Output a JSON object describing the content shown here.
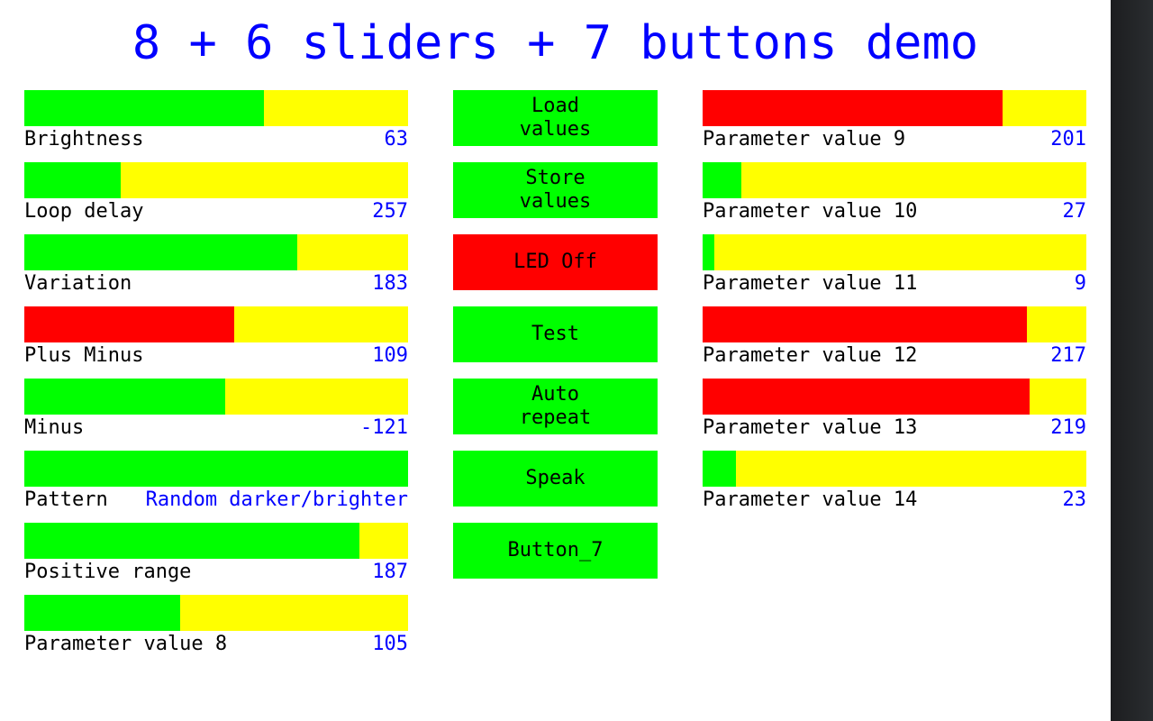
{
  "title": "8 + 6 sliders + 7 buttons demo",
  "colors": {
    "track": "#ffff00",
    "fill_green": "#00ff00",
    "fill_red": "#ff0000",
    "value_text": "#0000ff",
    "title_text": "#0000ff"
  },
  "left_sliders": [
    {
      "label": "Brightness",
      "value": "63",
      "fill_fraction": 0.625,
      "fill_color": "green"
    },
    {
      "label": "Loop delay",
      "value": "257",
      "fill_fraction": 0.25,
      "fill_color": "green"
    },
    {
      "label": "Variation",
      "value": "183",
      "fill_fraction": 0.712,
      "fill_color": "green"
    },
    {
      "label": "Plus Minus",
      "value": "109",
      "fill_fraction": 0.547,
      "fill_color": "red"
    },
    {
      "label": "Minus",
      "value": "-121",
      "fill_fraction": 0.524,
      "fill_color": "green"
    },
    {
      "label": "Pattern",
      "value": "Random darker/brighter",
      "fill_fraction": 1.0,
      "fill_color": "green"
    },
    {
      "label": "Positive range",
      "value": "187",
      "fill_fraction": 0.873,
      "fill_color": "green"
    },
    {
      "label": "Parameter value 8",
      "value": "105",
      "fill_fraction": 0.406,
      "fill_color": "green"
    }
  ],
  "buttons": [
    {
      "label": "Load\nvalues",
      "state": "green"
    },
    {
      "label": "Store\nvalues",
      "state": "green"
    },
    {
      "label": "LED Off",
      "state": "red"
    },
    {
      "label": "Test",
      "state": "green"
    },
    {
      "label": "Auto\nrepeat",
      "state": "green"
    },
    {
      "label": "Speak",
      "state": "green"
    },
    {
      "label": "Button_7",
      "state": "green"
    }
  ],
  "right_sliders": [
    {
      "label": "Parameter value 9",
      "value": "201",
      "fill_fraction": 0.782,
      "fill_color": "red"
    },
    {
      "label": "Parameter value 10",
      "value": "27",
      "fill_fraction": 0.101,
      "fill_color": "green"
    },
    {
      "label": "Parameter value 11",
      "value": "9",
      "fill_fraction": 0.03,
      "fill_color": "green"
    },
    {
      "label": "Parameter value 12",
      "value": "217",
      "fill_fraction": 0.845,
      "fill_color": "red"
    },
    {
      "label": "Parameter value 13",
      "value": "219",
      "fill_fraction": 0.852,
      "fill_color": "red"
    },
    {
      "label": "Parameter value 14",
      "value": "23",
      "fill_fraction": 0.087,
      "fill_color": "green"
    }
  ]
}
